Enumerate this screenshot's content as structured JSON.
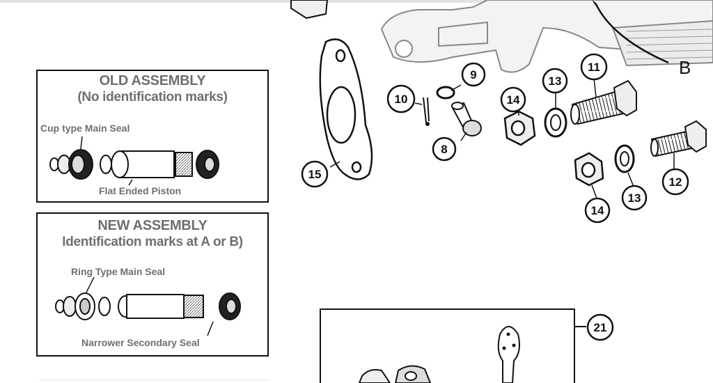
{
  "old_assembly": {
    "title": "OLD ASSEMBLY",
    "subtitle": "(No identification marks)",
    "label_seal": "Cup type Main Seal",
    "label_piston": "Flat Ended Piston"
  },
  "new_assembly": {
    "title": "NEW ASSEMBLY",
    "subtitle": "Identification marks at A or B)",
    "label_seal": "Ring Type Main Seal",
    "label_secondary": "Narrower Secondary Seal"
  },
  "callouts": {
    "c8": "8",
    "c9": "9",
    "c10": "10",
    "c11": "11",
    "c12": "12",
    "c13a": "13",
    "c13b": "13",
    "c14a": "14",
    "c14b": "14",
    "c15": "15",
    "c21": "21"
  },
  "marker_b": "B"
}
